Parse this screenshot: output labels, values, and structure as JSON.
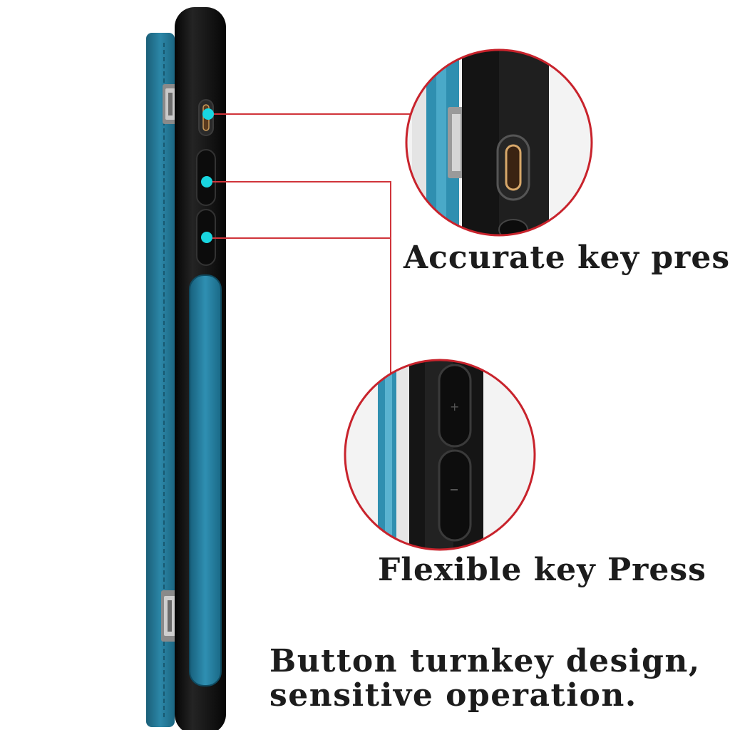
{
  "captions": {
    "accurate": "Accurate key press",
    "flexible": "Flexible key Press",
    "bottom_line1": "Button turnkey design,",
    "bottom_line2": "sensitive operation."
  },
  "colors": {
    "leather": "#1f6f8b",
    "leather_light": "#3a98b8",
    "bumper": "#111111",
    "marker": "#19d6e0",
    "callout_line": "#d0343a"
  },
  "icons": [
    "charging-port-icon",
    "volume-up-icon",
    "volume-down-icon",
    "magnifier-callout-icon"
  ]
}
